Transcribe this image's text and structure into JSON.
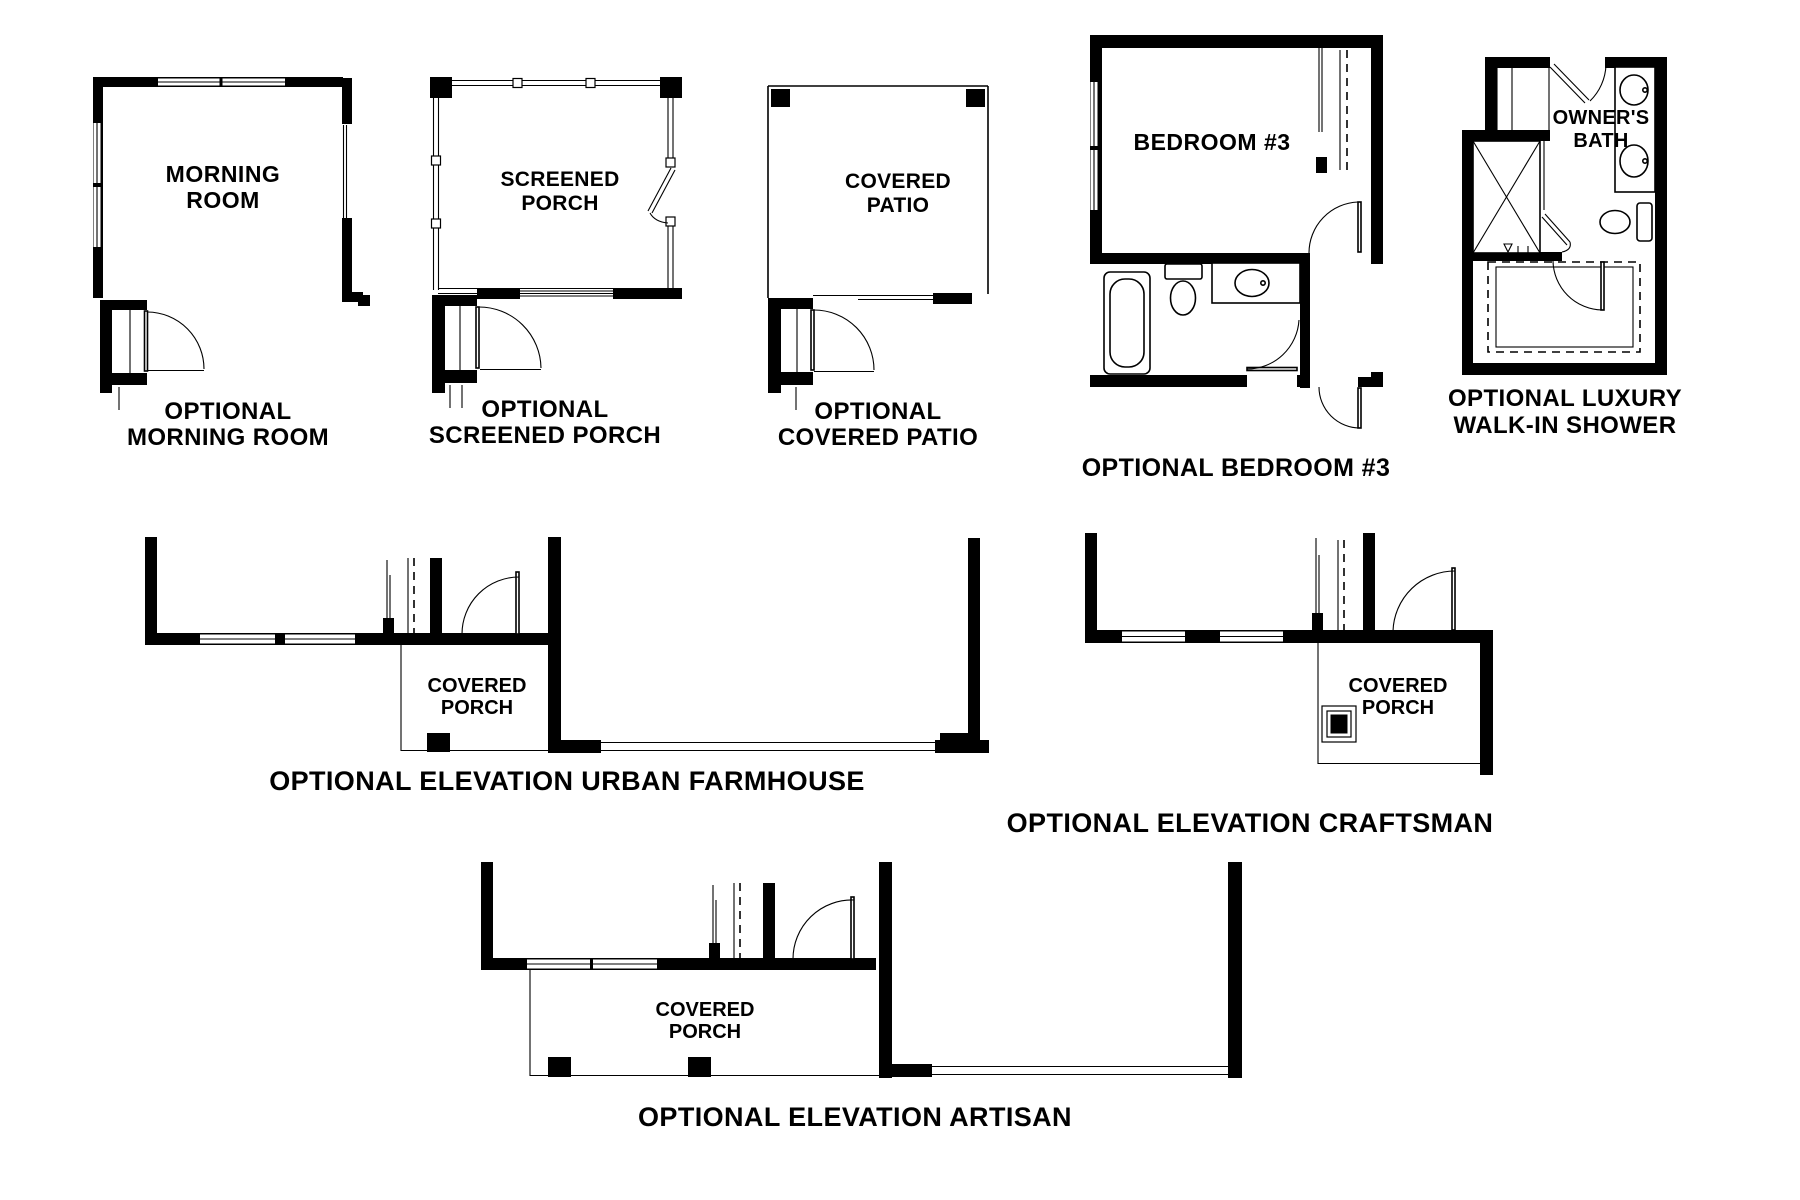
{
  "colors": {
    "ink": "#000000",
    "paper": "#ffffff"
  },
  "diagrams": {
    "morning_room": {
      "room_label": [
        "MORNING",
        "ROOM"
      ],
      "caption": [
        "OPTIONAL",
        "MORNING ROOM"
      ]
    },
    "screened_porch": {
      "room_label": [
        "SCREENED",
        "PORCH"
      ],
      "caption": [
        "OPTIONAL",
        "SCREENED PORCH"
      ]
    },
    "covered_patio": {
      "room_label": [
        "COVERED",
        "PATIO"
      ],
      "caption": [
        "OPTIONAL",
        "COVERED PATIO"
      ]
    },
    "bedroom_3": {
      "room_label": "BEDROOM #3",
      "caption": "OPTIONAL BEDROOM #3"
    },
    "owners_bath": {
      "room_label": [
        "OWNER'S",
        "BATH"
      ],
      "caption": [
        "OPTIONAL LUXURY",
        "WALK-IN SHOWER"
      ]
    },
    "elevation_urban_farmhouse": {
      "porch_label": [
        "COVERED",
        "PORCH"
      ],
      "caption": "OPTIONAL ELEVATION URBAN FARMHOUSE"
    },
    "elevation_craftsman": {
      "porch_label": [
        "COVERED",
        "PORCH"
      ],
      "caption": "OPTIONAL ELEVATION CRAFTSMAN"
    },
    "elevation_artisan": {
      "porch_label": [
        "COVERED",
        "PORCH"
      ],
      "caption": "OPTIONAL ELEVATION ARTISAN"
    }
  }
}
